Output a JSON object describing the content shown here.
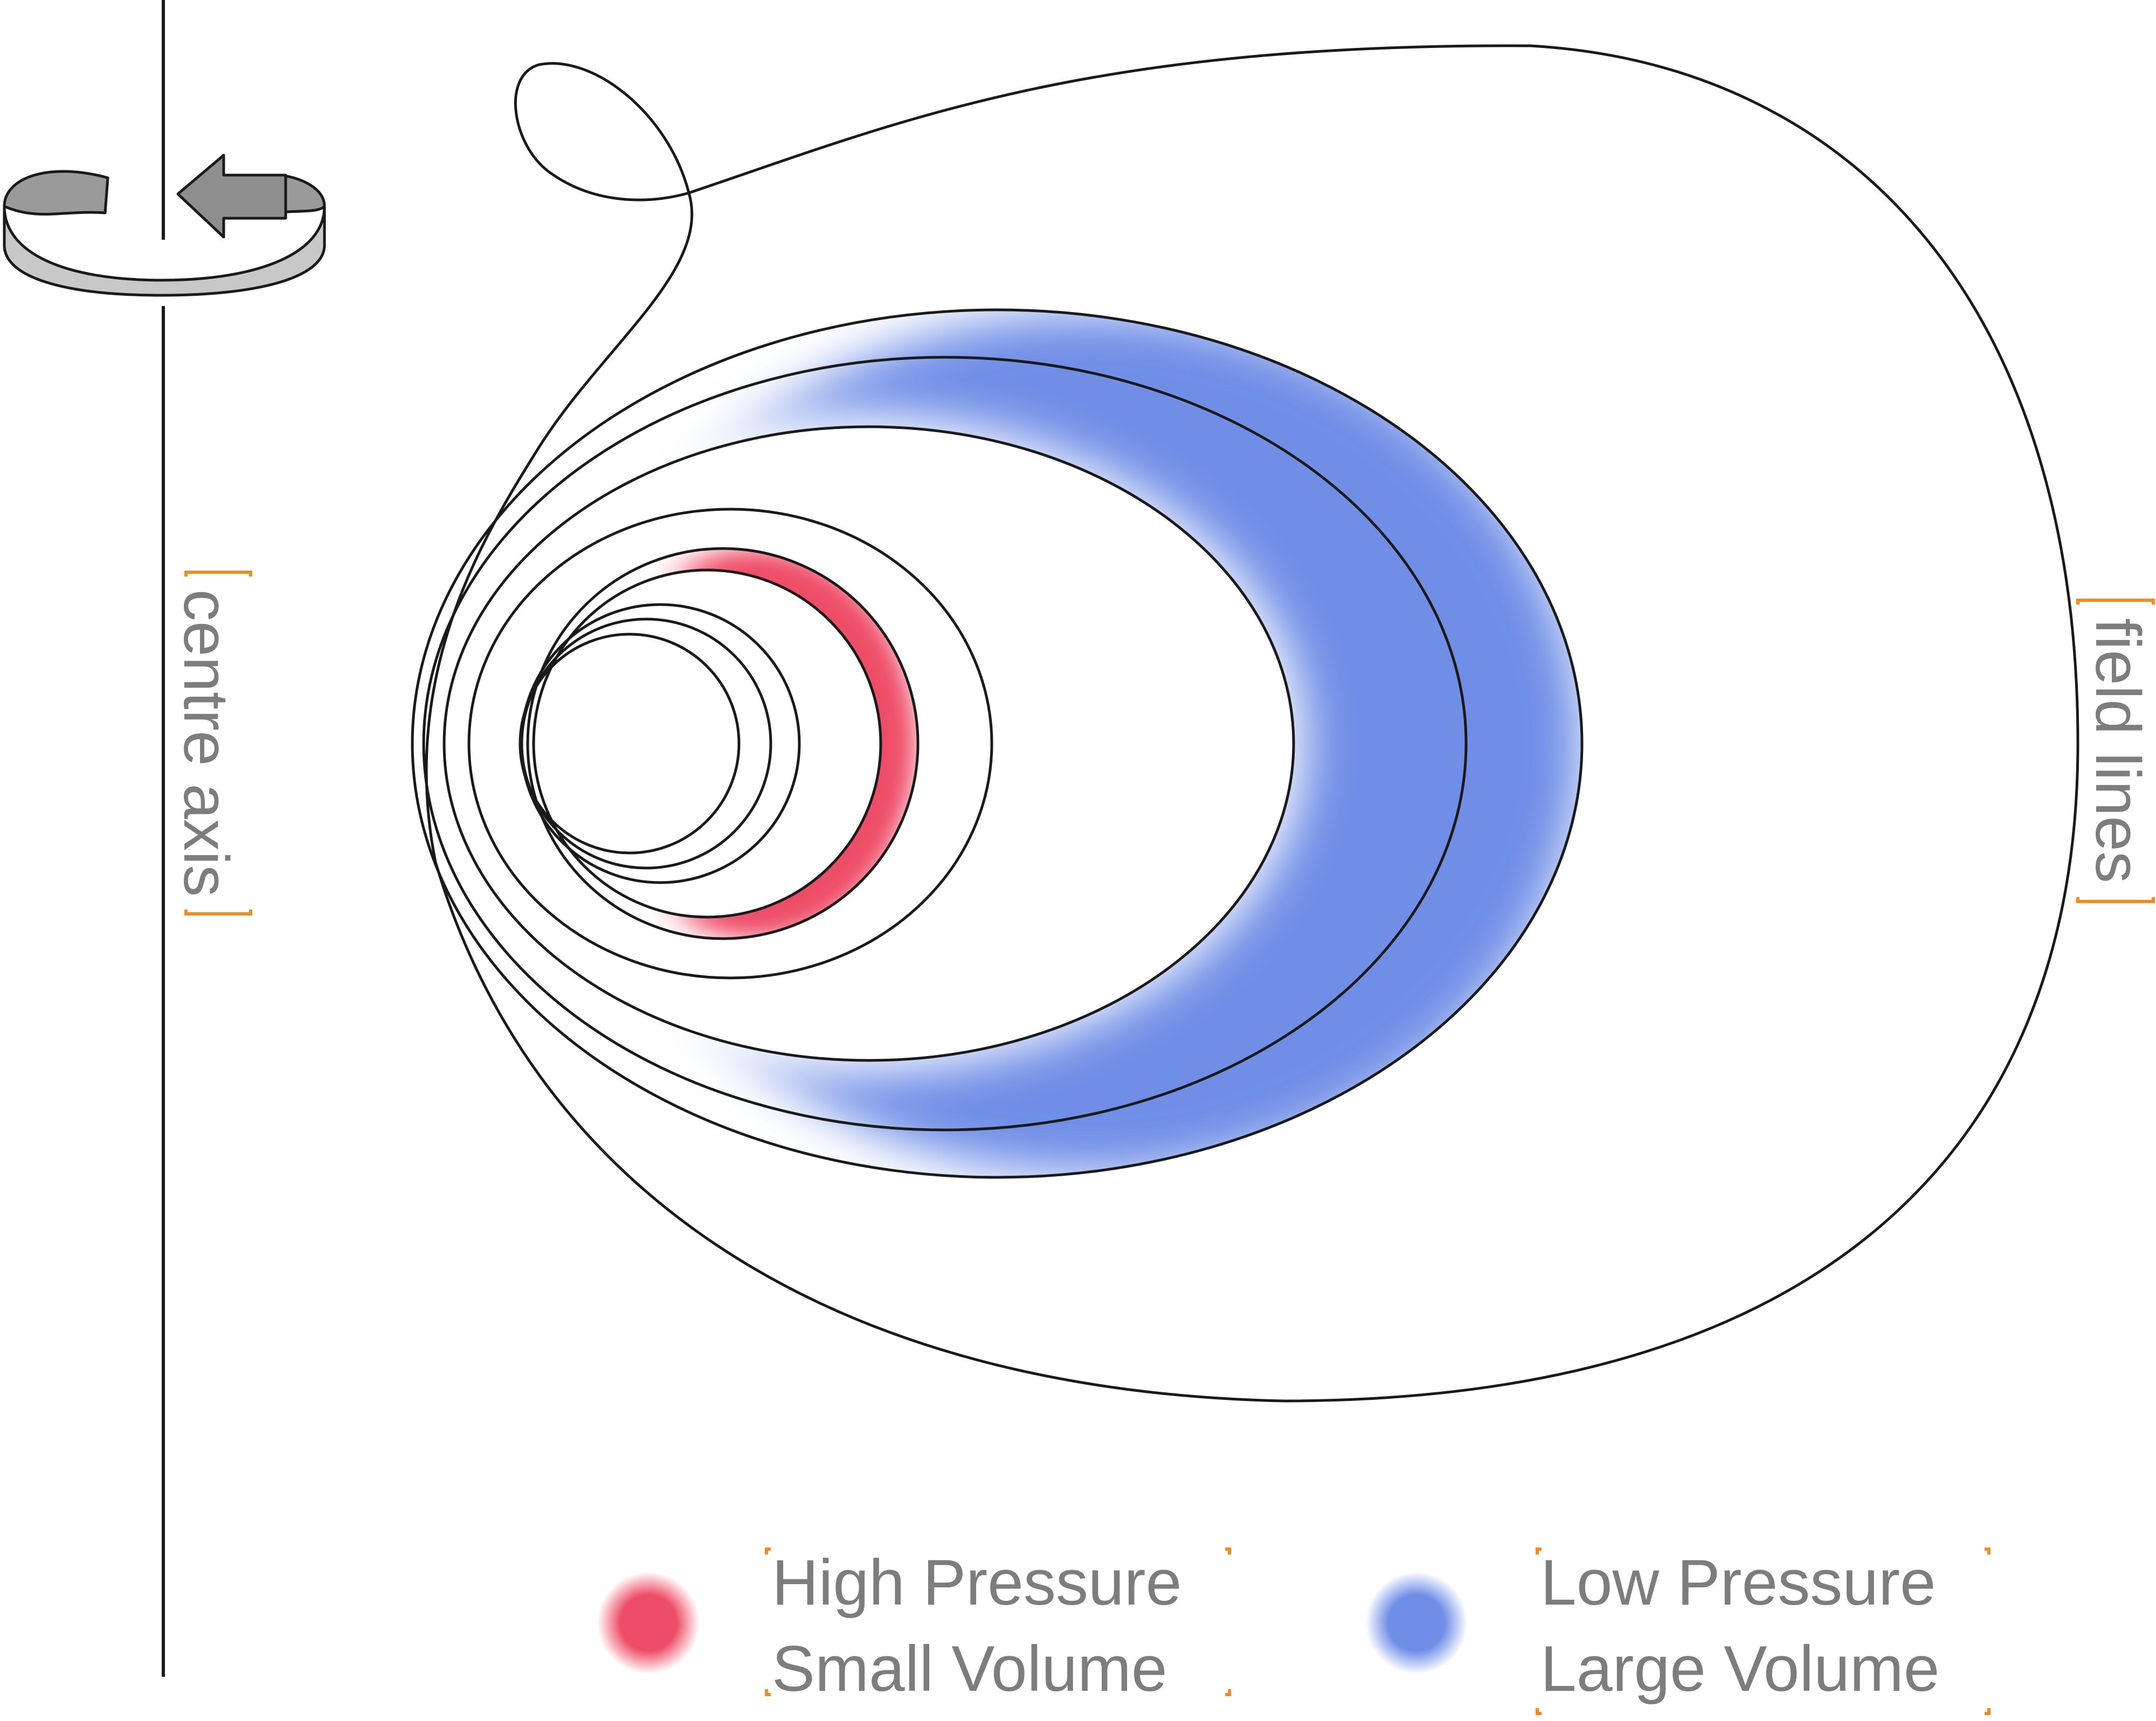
{
  "labels": {
    "centre_axis": "centre axis",
    "field_lines": "field lines"
  },
  "legend": [
    {
      "line1": "High Pressure",
      "line2": "Small Volume",
      "color": "#ee4d68"
    },
    {
      "line1": "Low Pressure",
      "line2": "Large Volume",
      "color": "#6f8ee6"
    }
  ],
  "colors": {
    "high_pressure": "#ee4d68",
    "low_pressure": "#6f8ee6",
    "line": "#1a1a1a",
    "bracket": "#f08a24",
    "label_text": "#7d7d7d",
    "rotation_arrow": "#8e8e8e"
  },
  "icons": {
    "rotation": "rotation-arrow-icon"
  }
}
